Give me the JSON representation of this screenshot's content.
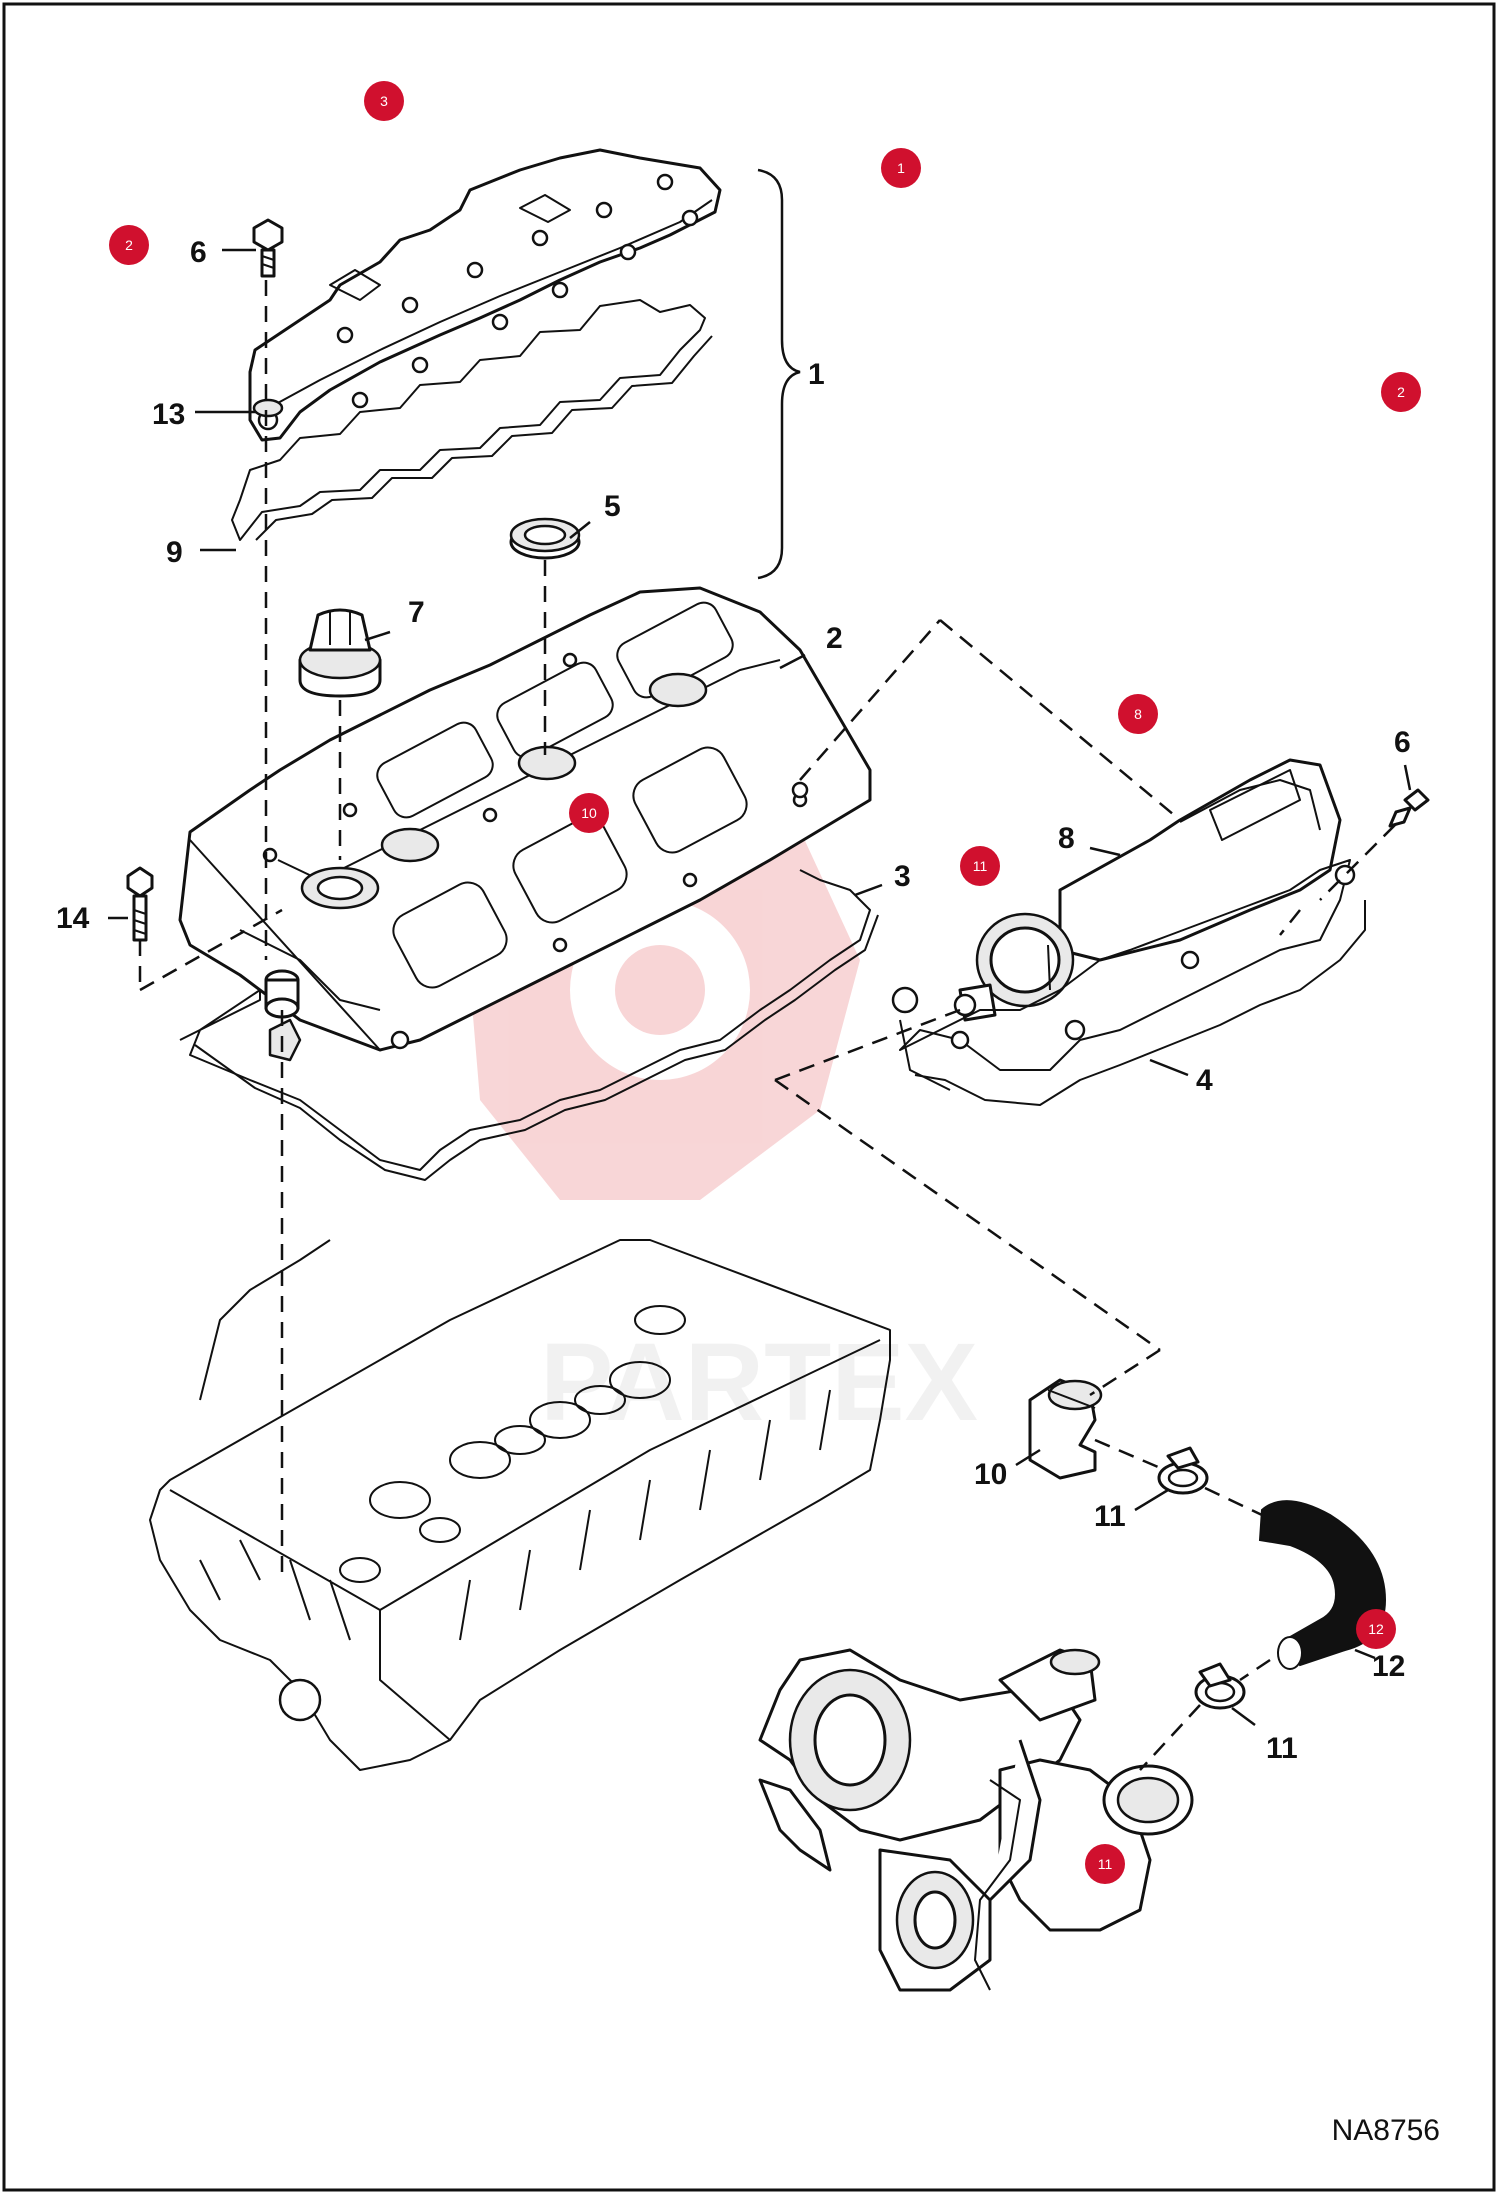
{
  "drawing_code": "NA8756",
  "watermark_text": "PARTEX",
  "colors": {
    "badge": "#d0102e",
    "line": "#111111",
    "watermark": "#f3b4b6"
  },
  "callouts": {
    "c1": "1",
    "c2": "2",
    "c3": "3",
    "c4": "4",
    "c5": "5",
    "c6a": "6",
    "c6b": "6",
    "c7": "7",
    "c8": "8",
    "c9": "9",
    "c10": "10",
    "c11a": "11",
    "c11b": "11",
    "c12": "12",
    "c13": "13",
    "c14": "14"
  },
  "badges": {
    "b1": "1",
    "b2a": "2",
    "b2b": "2",
    "b3": "3",
    "b8": "8",
    "b10": "10",
    "b11a": "11",
    "b11b": "11",
    "b12": "12"
  }
}
